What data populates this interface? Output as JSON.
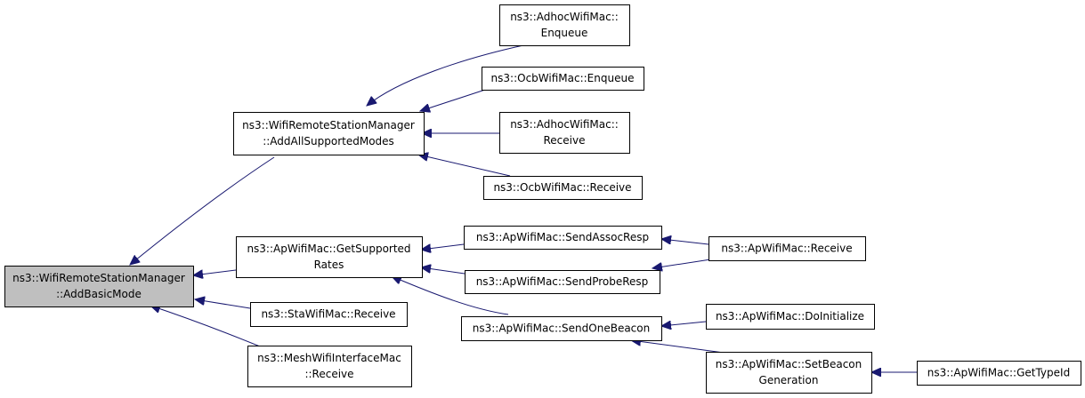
{
  "diagram": {
    "nodes": {
      "root": [
        "ns3::WifiRemoteStationManager",
        "::AddBasicMode"
      ],
      "add_all_supported_modes": [
        "ns3::WifiRemoteStationManager",
        "::AddAllSupportedModes"
      ],
      "get_supported_rates": [
        "ns3::ApWifiMac::GetSupported",
        "Rates"
      ],
      "sta_receive": [
        "ns3::StaWifiMac::Receive"
      ],
      "mesh_receive": [
        "ns3::MeshWifiInterfaceMac",
        "::Receive"
      ],
      "adhoc_enqueue": [
        "ns3::AdhocWifiMac::",
        "Enqueue"
      ],
      "ocb_enqueue": [
        "ns3::OcbWifiMac::Enqueue"
      ],
      "adhoc_receive": [
        "ns3::AdhocWifiMac::",
        "Receive"
      ],
      "ocb_receive": [
        "ns3::OcbWifiMac::Receive"
      ],
      "send_assoc_resp": [
        "ns3::ApWifiMac::SendAssocResp"
      ],
      "send_probe_resp": [
        "ns3::ApWifiMac::SendProbeResp"
      ],
      "send_one_beacon": [
        "ns3::ApWifiMac::SendOneBeacon"
      ],
      "ap_receive": [
        "ns3::ApWifiMac::Receive"
      ],
      "do_initialize": [
        "ns3::ApWifiMac::DoInitialize"
      ],
      "set_beacon_generation": [
        "ns3::ApWifiMac::SetBeacon",
        "Generation"
      ],
      "get_type_id": [
        "ns3::ApWifiMac::GetTypeId"
      ]
    },
    "edges": [
      {
        "from": "add_all_supported_modes",
        "to": "root"
      },
      {
        "from": "get_supported_rates",
        "to": "root"
      },
      {
        "from": "sta_receive",
        "to": "root"
      },
      {
        "from": "mesh_receive",
        "to": "root"
      },
      {
        "from": "adhoc_enqueue",
        "to": "add_all_supported_modes"
      },
      {
        "from": "ocb_enqueue",
        "to": "add_all_supported_modes"
      },
      {
        "from": "adhoc_receive",
        "to": "add_all_supported_modes"
      },
      {
        "from": "ocb_receive",
        "to": "add_all_supported_modes"
      },
      {
        "from": "send_assoc_resp",
        "to": "get_supported_rates"
      },
      {
        "from": "send_probe_resp",
        "to": "get_supported_rates"
      },
      {
        "from": "send_one_beacon",
        "to": "get_supported_rates"
      },
      {
        "from": "ap_receive",
        "to": "send_assoc_resp"
      },
      {
        "from": "ap_receive",
        "to": "send_probe_resp"
      },
      {
        "from": "do_initialize",
        "to": "send_one_beacon"
      },
      {
        "from": "set_beacon_generation",
        "to": "send_one_beacon"
      },
      {
        "from": "get_type_id",
        "to": "set_beacon_generation"
      }
    ]
  }
}
